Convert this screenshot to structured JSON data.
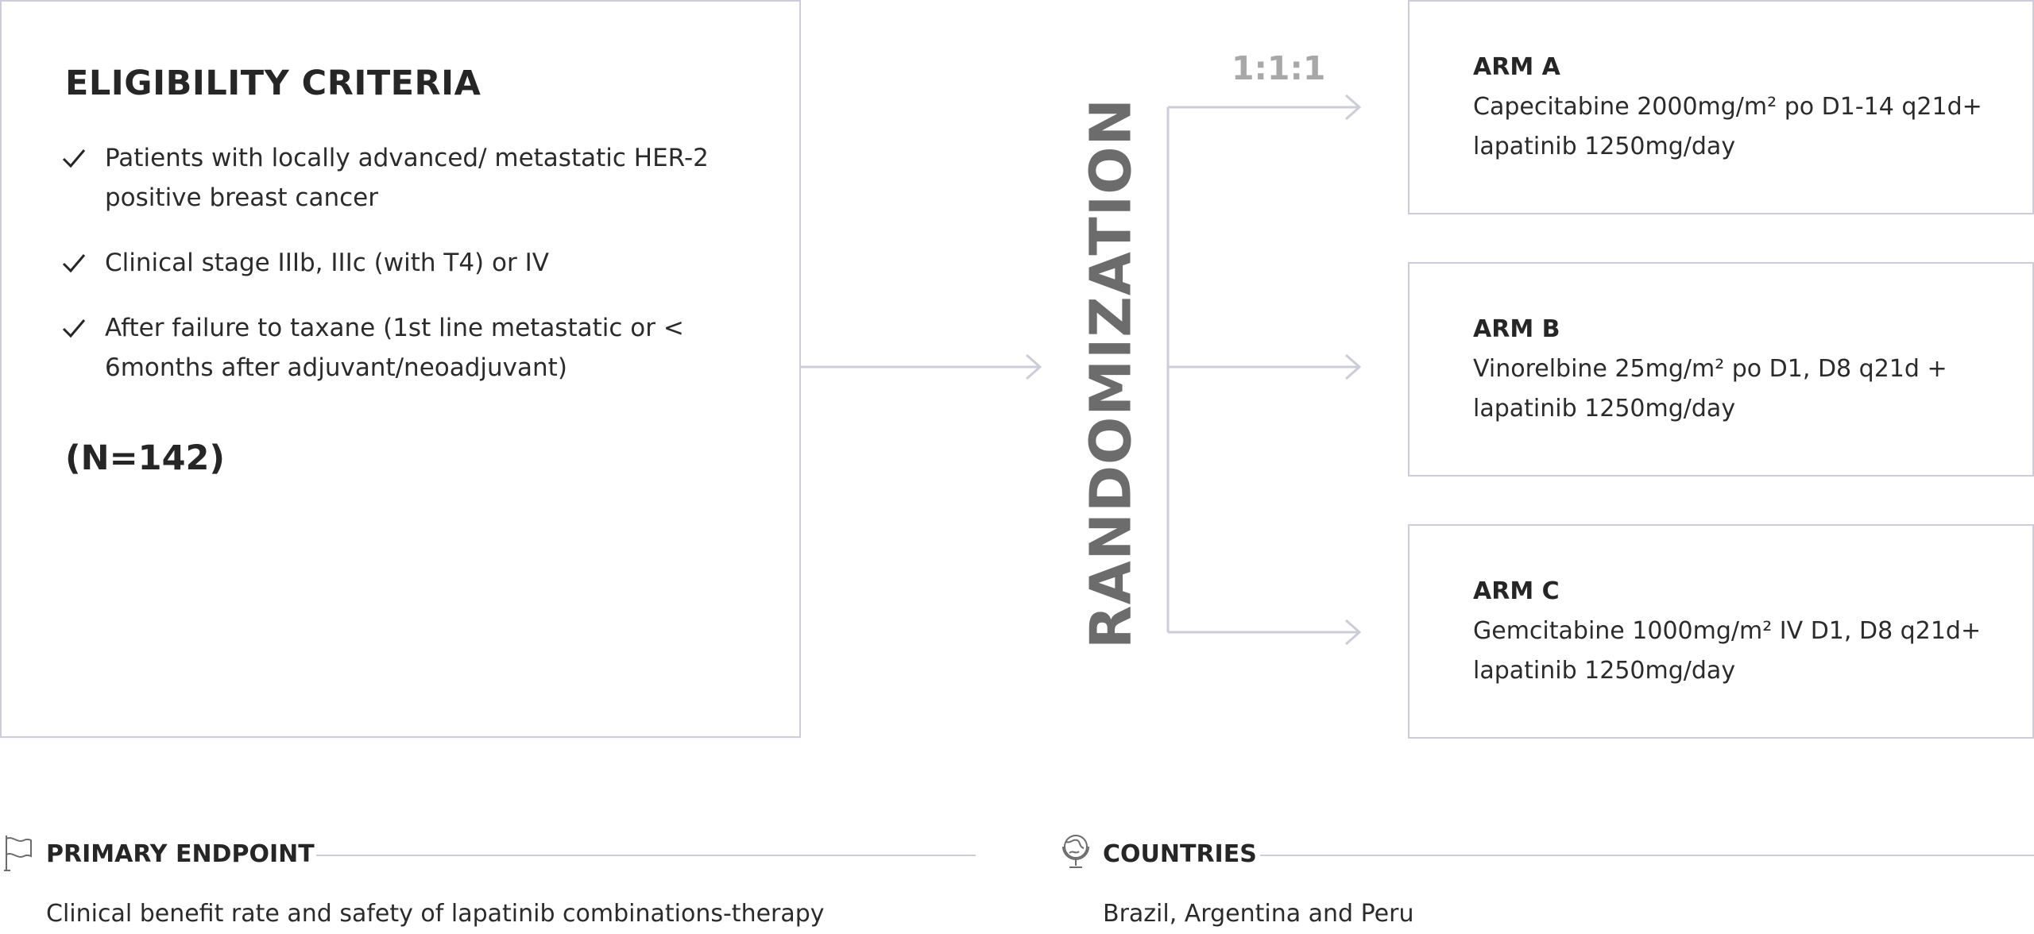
{
  "eligibility": {
    "title": "ELIGIBILITY CRITERIA",
    "criteria": [
      "Patients with locally advanced/ metastatic HER-2 positive breast cancer",
      "Clinical stage IIIb, IIIc (with T4) or IV",
      "After failure to taxane (1st line metastatic or < 6months after adjuvant/neoadjuvant)"
    ],
    "n_total": "(N=142)"
  },
  "randomization": {
    "label": "RANDOMIZATION",
    "ratio": "1:1:1"
  },
  "arms": [
    {
      "title": "ARM A",
      "description": "Capecitabine 2000mg/m² po D1-14 q21d+ lapatinib 1250mg/day"
    },
    {
      "title": "ARM B",
      "description": "Vinorelbine 25mg/m² po D1, D8 q21d + lapatinib 1250mg/day"
    },
    {
      "title": "ARM C",
      "description": "Gemcitabine 1000mg/m² IV D1, D8 q21d+ lapatinib 1250mg/day"
    }
  ],
  "primary_endpoint": {
    "title": "PRIMARY ENDPOINT",
    "text": "Clinical benefit rate and safety of lapatinib combinations-therapy",
    "icon": "flag-icon"
  },
  "countries": {
    "title": "COUNTRIES",
    "text": "Brazil, Argentina and Peru",
    "icon": "globe-icon"
  },
  "colors": {
    "border": "#cdcdd9",
    "text": "#262626",
    "randomization": "#6c6c6c",
    "ratio": "#a8a8a8"
  }
}
